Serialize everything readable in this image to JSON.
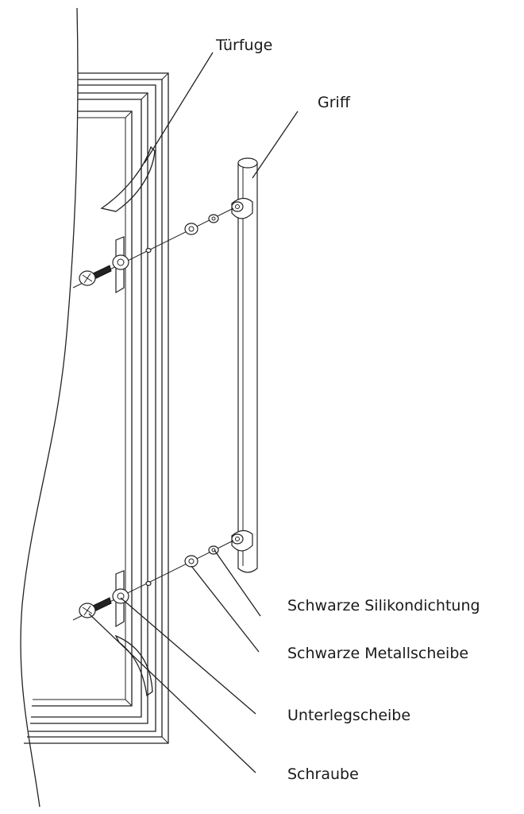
{
  "labels": {
    "door_gap": "Türfuge",
    "handle": "Griff",
    "silicone_seal": "Schwarze Silikondichtung",
    "metal_washer": "Schwarze Metallscheibe",
    "washer": "Unterlegscheibe",
    "screw": "Schraube"
  },
  "colors": {
    "line": "#222222",
    "background": "#ffffff",
    "screw_thread": "#222222"
  }
}
